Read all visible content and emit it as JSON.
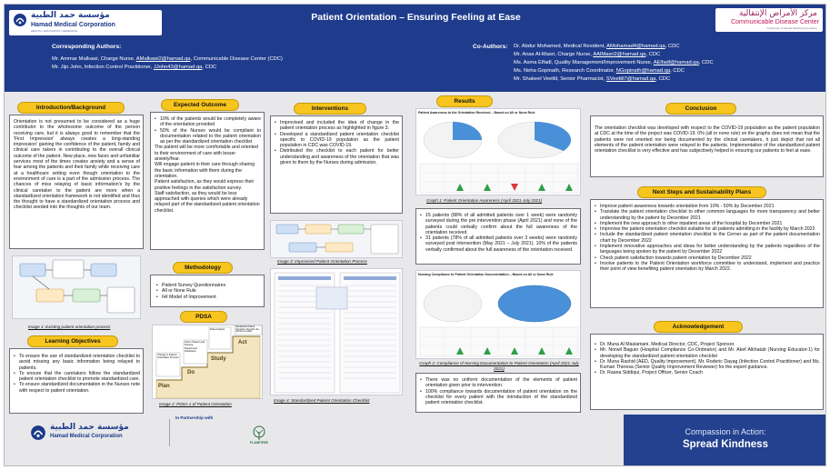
{
  "title": "Patient Orientation – Ensuring Feeling at Ease",
  "logos": {
    "hmc_arabic": "مؤسسة حمد الطبية",
    "hmc_english": "Hamad Medical Corporation",
    "hmc_tagline": "HEALTH • EDUCATION • RESEARCH",
    "cdc_arabic": "مركز الأمراض الإنتقالية",
    "cdc_english": "Communicable Disease Center",
    "cdc_sub": "A Member of Hamad Medical Corporation",
    "partnership": "In Partnership with",
    "planetree": "PLANETREE"
  },
  "authors": {
    "corresponding_heading": "Corresponding Authors:",
    "corresponding": [
      {
        "text": "Mr. Ammar Malkawi, Charge Nurse, ",
        "email": "AMalkawi2@hamad.qa",
        "suffix": ", Communicable Disease Center (CDC)"
      },
      {
        "text": "Mr. Jijo John, Infection Control Practitioner, ",
        "email": "JJohn43@hamad.qa",
        "suffix": ", CDC"
      }
    ],
    "co_heading": "Co-Authors:",
    "co": [
      {
        "text": "Dr. Abdur Mohamed, Medical Resident, ",
        "email": "AMohamad4@hamad.qa",
        "suffix": ", CDC"
      },
      {
        "text": "Mr. Anas Al-Masri, Charge Nurse, ",
        "email": "AAlMasri2@hamad.qa",
        "suffix": ", CDC"
      },
      {
        "text": "Ms. Asma Elfadl, Quality Management/Improvement Nurse, ",
        "email": "AElfadl@hamad.qa",
        "suffix": ", CDC"
      },
      {
        "text": "Ms. Neha Gopinath, Research Coordinator, ",
        "email": "NGopinath@hamad.qa",
        "suffix": ", CDC"
      },
      {
        "text": "Mr. Shakeel Veettil, Senior Pharmacist, ",
        "email": "SVeettil7@hamad.qa",
        "suffix": ", CDC"
      }
    ]
  },
  "sections": {
    "intro": {
      "heading": "Introduction/Background",
      "body": "Orientation is not presumed to be considered as a huge contributor to the wholesome outcome of the person receiving care, but it is always good to remember that the 'First Impression' always creates a long-standing impression' gaining the confidence of the patient, family and clinical care takers in contributing to the overall clinical outcome of the patient. New place, new faces and unfamiliar services most of the times creates anxiety and a sense of fear among the patients and their family while receiving care at a healthcare setting even though orientation to the environment of care is a part of the admission process. The chances of miss relaying of basic information's by the clinical caretaker to the patient are more when a standardized orientation framework is not identified and thus the thought to have a standardized orientation process and checklist seeded into the thoughts of our team."
    },
    "image1_caption": "Image 1: Existing patient orientation process",
    "objectives": {
      "heading": "Learning Objectives",
      "items": [
        "To ensure the use of standardized orientation checklist to avoid missing any basic information being relayed to patients.",
        "To ensure that the caretakers follow the standardized patient orientation checklist to promote standardized care.",
        "To ensure standardized documentation in the Nurses note with respect to patient orientation."
      ]
    },
    "expected": {
      "heading": "Expected Outcome",
      "items": [
        "10% of the patients would be completely aware of the orientation provided",
        "50% of the Nurses would be compliant to documentation related to the patient orientation as per the standardized orientation checklist"
      ],
      "lines": [
        "The patient will be more comfortable and oriented to their environment of care with lesser anxiety/fear.",
        "Will engage patient in their care through sharing the basic information with them during the orientation.",
        "Patient satisfaction, as they would express their positive feelings in the satisfaction survey.",
        "Staff satisfaction, as they would be less approached with queries which were already relayed part of the standardized patient orientation checklist."
      ]
    },
    "methodology": {
      "heading": "Methodology",
      "items": [
        "Patient Survey Questionnaires",
        "All or None Rule",
        "IHI Model of Improvement"
      ]
    },
    "pdsa": {
      "heading": "PDSA",
      "caption": "Image 2: PDSA 1 of Patient Orientation",
      "steps": [
        "Plan",
        "Do",
        "Study",
        "Act"
      ],
      "notes": [
        "Change in Patient Orientation Process",
        "Inform Patient and Nursing Department Facilitation",
        "Data Analysis",
        "Standardized Patient Orientation Checklist Use, effective & usable"
      ]
    },
    "interventions": {
      "heading": "Interventions",
      "items": [
        "Improvised and included the idea of change in the patient orientation process as highlighted in figure 3.",
        "Developed a standardized patient orientation checklist specific to COVID-19 population as the patient population in CDC was COVID-19.",
        "Distributed the checklist to each patient for better understanding and awareness of the orientation that was given to them by the Nurses during admission."
      ]
    },
    "image3_caption": "Image 3: Improvised Patient Orientation Process",
    "image4_caption": "Image 4: Standardized Patient Orientation Checklist",
    "results": {
      "heading": "Results",
      "items1": [
        "15 patients (88% of all admitted patients over 1 week) were randomly surveyed during the pre intervention phase (April 2021) and none of the patients could verbally confirm about the full awareness of the orientation received.",
        "31 patients (78% of all admitted patients over 3 weeks) were randomly surveyed post intervention (May 2021 – July 2021). 10% of the patients verbally confirmed about the full awareness of the orientation received."
      ],
      "graph1_caption": "Graph 1: Patient Orientation Awareness (April 2021-July 2021)",
      "graph2_caption": "Graph 2: Compliance of Nursing Documentation to Patient Orientation (April 2021-July 2021)",
      "items2": [
        "There was no uniform documentation of the elements of patient orientation given prior to intervention.",
        "100% compliance towards documentation of patient orientation on the checklist for every patient with the introduction of the standardized patient orientation checklist."
      ]
    },
    "conclusion": {
      "heading": "Conclusion",
      "body": "The orientation checklist was developed with respect to the COVID-19 population as the patient population at CDC at the time of the project was COVID-19. 0% (all or none rule) on the graphs does not mean that the patients were not oriented nor being documented by the clinical caretakers, it just depict that not all elements of the patient orientation were relayed to the patients. Implementation of the standardized patient orientation checklist is very effective and has subjectively helped in ensuring our patients to feel at ease."
    },
    "next_steps": {
      "heading": "Next Steps and Sustainability Plans",
      "items": [
        "Improve patient awareness towards orientation from 10% - 50% by December 2021",
        "Translate the patient orientation checklist to other common languages for more transparency and better understanding by the patient by December 2021",
        "Implement the new approach to other inpatient areas of the hospital by December 2021",
        "Improvise the patient orientation checklist suitable for all patients admitting in the facility by March 2022",
        "Include the standardized patient orientation checklist to the Cerner as part of the patient documentation chart by December 2022",
        "Implement innovative approaches and ideas for better understanding by the patients regardless of the languages being spoken by the patient by December 2022",
        "Check patient satisfaction towards patient orientation by December 2022",
        "Involve patients to the Patient Orientation workforce committee to understand, implement and practice their point of view benefiting patient orientation by March 2022."
      ]
    },
    "acknowledgement": {
      "heading": "Acknowledgement",
      "items": [
        "Dr. Muna Al Maslamani, Medical Director, CDC, Project Sponsor.",
        "Mr. Norwil Baguio (Hospital Compliance Co-Ordinator) and Mr. Akef Alkhatab (Nursing Educator-1) for developing the standardized patient orientation checklist",
        "Dr. Muna Rashid (AED, Quality Improvement), Mr. Roderic Dayag (Infection Control Practitioner) and Ms. Kumari Theresa (Senior Quality Improvement Reviewer) for the expert guidance.",
        "Dr. Raana Siddiqui, Project Officer, Senior Coach"
      ]
    },
    "compassion": {
      "line1": "Compassion in Action:",
      "line2": "Spread Kindness"
    }
  },
  "chart_data": [
    {
      "type": "table",
      "title": "Patient Awareness to the Orientation Received – Based on All or None Rule"
    },
    {
      "type": "table",
      "title": "Nursing Compliance to Patient Orientation Documentation – Based on All or None Rule"
    }
  ],
  "colors": {
    "header": "#1f3c8c",
    "pill": "#f7c51e",
    "accent_green": "#2e9e44",
    "accent_red": "#d83a3a"
  }
}
